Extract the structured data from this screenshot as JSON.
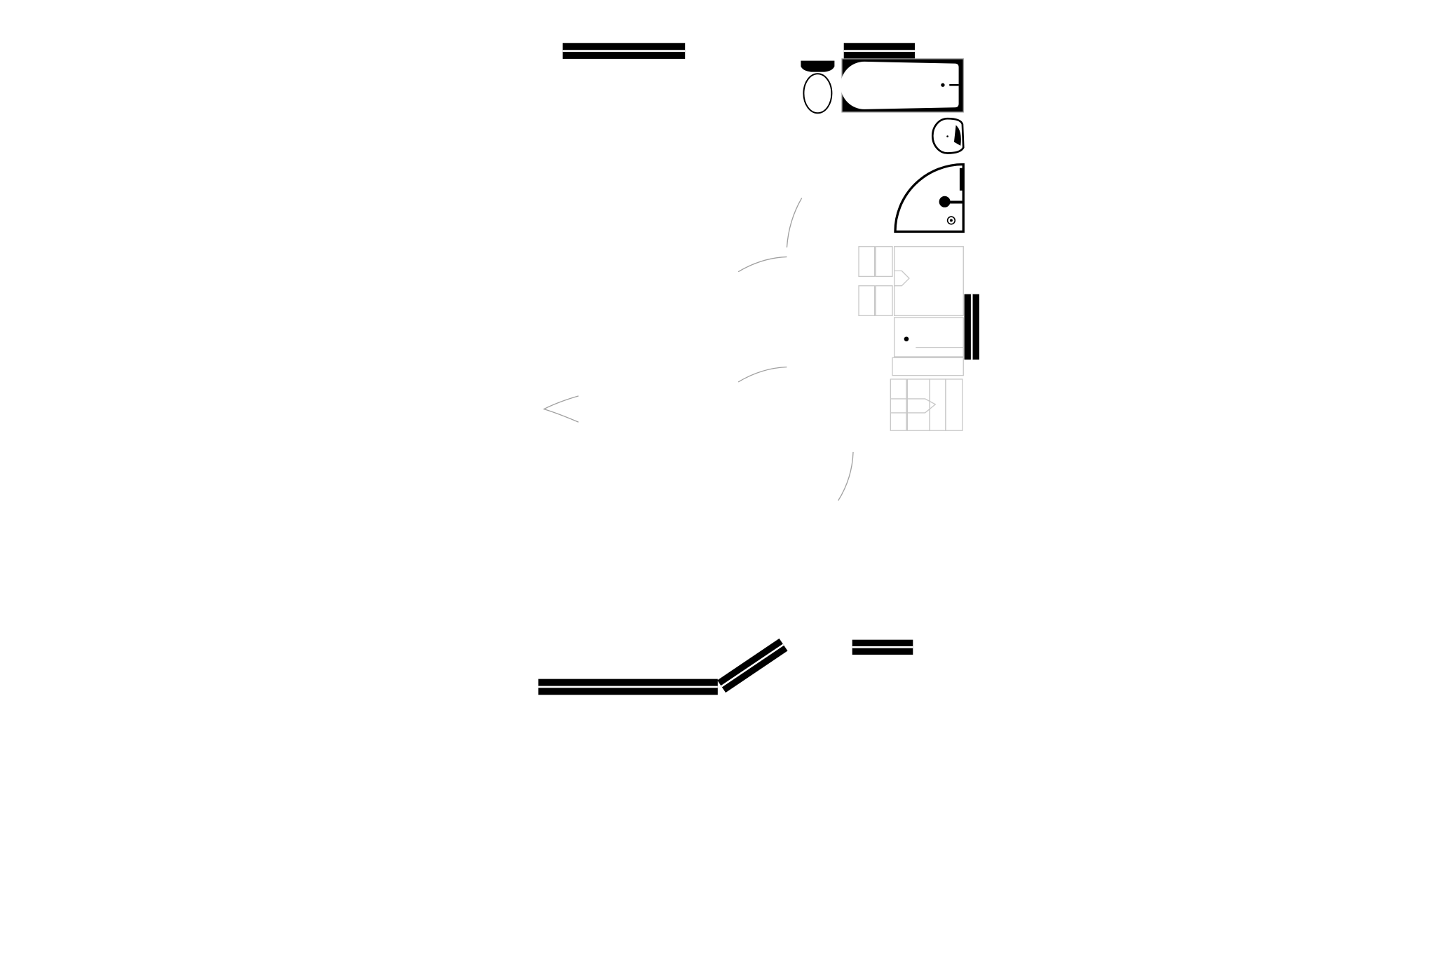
{
  "diagram": {
    "type": "floor-plan",
    "colors": {
      "wall": "#000000",
      "wall_core": "#ffffff",
      "fixture_outline": "#000000",
      "furniture_outline": "#c8c8c8",
      "door_swing": "#a0a0a0",
      "background": "#ffffff"
    },
    "elements": [
      "wall",
      "bathtub",
      "toilet",
      "sink",
      "corner-shower",
      "cabinets",
      "door-swings"
    ]
  }
}
